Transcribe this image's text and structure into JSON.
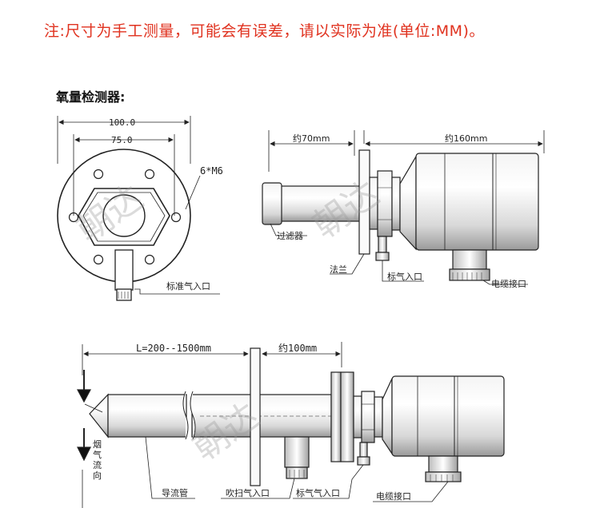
{
  "header": {
    "note": "注:尺寸为手工测量，可能会有误差，请以实际为准(单位:MM)。",
    "section_title": "氧量检测器:"
  },
  "front_view": {
    "dim_outer": "100.0",
    "dim_bolt": "75.0",
    "bolt_holes": "6*M6",
    "calib_inlet": "标准气入口"
  },
  "side_view": {
    "dim_left": "约70mm",
    "dim_right": "约160mm",
    "filter": "过滤器",
    "flange": "法兰",
    "calib_inlet": "标气入口",
    "cable_port": "电缆接口"
  },
  "install_view": {
    "dim_length": "L=200--1500mm",
    "dim_head": "约100mm",
    "flow_label": "烟气流向",
    "guide_tube": "导流管",
    "purge_inlet": "吹扫气入口",
    "calib_inlet": "标气气入口",
    "cable_port": "电缆接口"
  },
  "watermark": "朝达"
}
